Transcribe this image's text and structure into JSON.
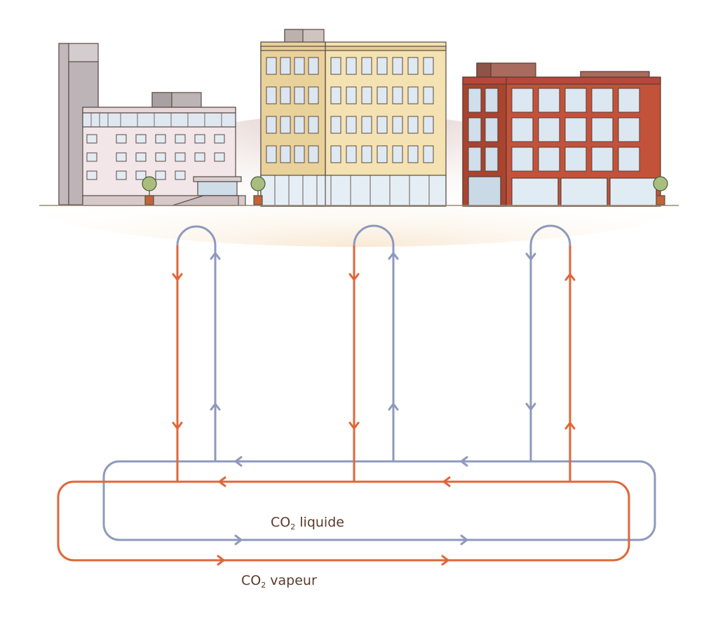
{
  "colors": {
    "vapour_loop": "#e0663a",
    "liquid_loop": "#8e99bd",
    "label_text": "#5a3a2c",
    "ground": "#9a8a74"
  },
  "labels": {
    "liquid": {
      "main": "CO",
      "sub": "2",
      "rest": " liquide"
    },
    "vapour": {
      "main": "CO",
      "sub": "2",
      "rest": " vapeur"
    }
  },
  "buildings": [
    {
      "name": "building-left-grey",
      "style": "grey"
    },
    {
      "name": "building-center-beige",
      "style": "beige"
    },
    {
      "name": "building-right-brick",
      "style": "brick"
    }
  ]
}
